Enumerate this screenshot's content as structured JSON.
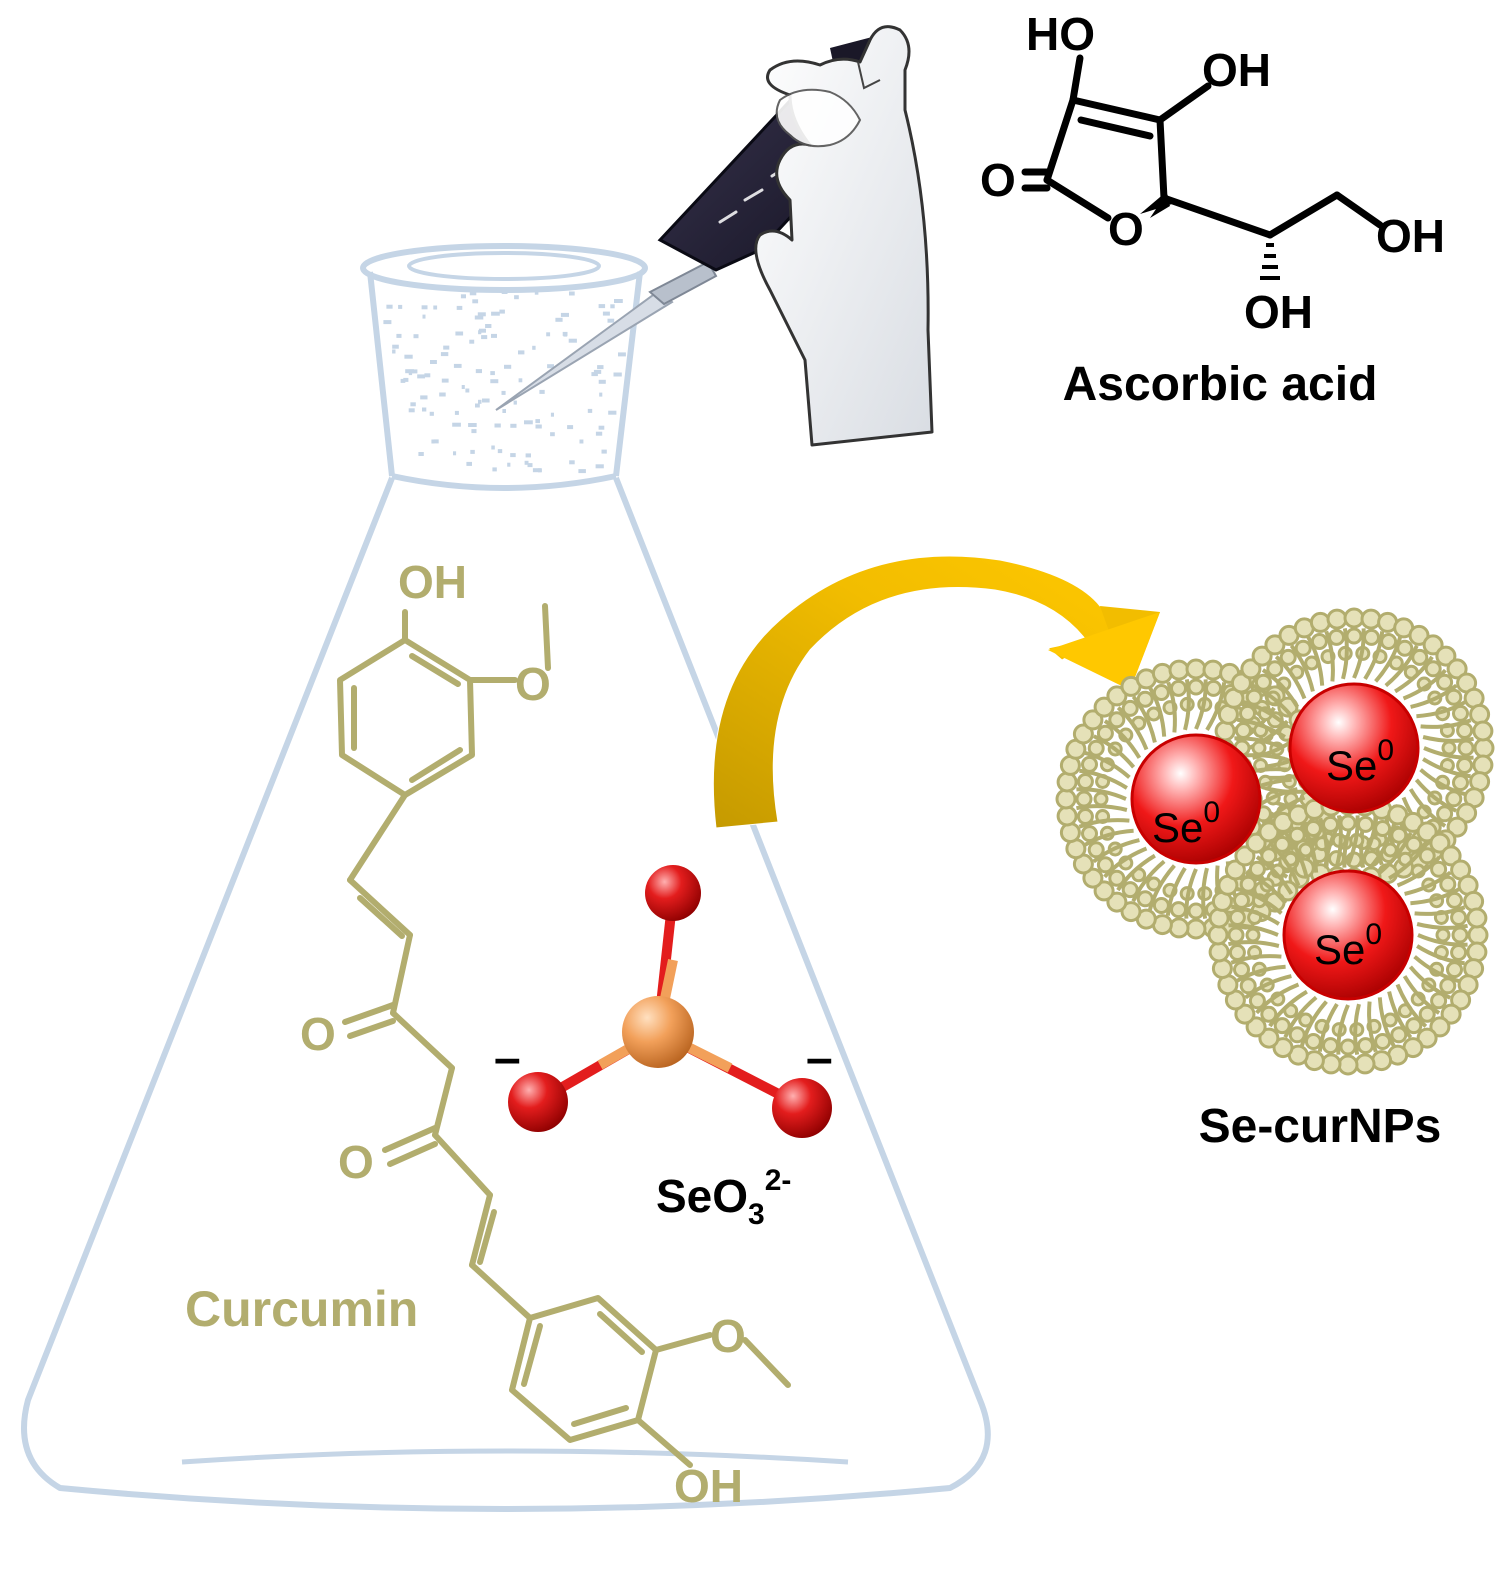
{
  "colors": {
    "flask": "#c5d5e6",
    "curcumin": "#b2ad6e",
    "black": "#000000",
    "arrow_light": "#f6c200",
    "arrow_dark": "#c79a00",
    "se_red": "#ee1111",
    "se_atom": "#f2a05a",
    "oxygen_atom": "#dd1b1b",
    "shell": "#b2ad6e"
  },
  "ascorbic_acid": {
    "name": "Ascorbic acid",
    "labels": {
      "ho_top": "HO",
      "oh_top": "OH",
      "o_carbonyl": "O",
      "o_ring": "O",
      "oh_right": "OH",
      "oh_bottom": "OH"
    }
  },
  "curcumin": {
    "name": "Curcumin",
    "labels": {
      "oh_top": "OH",
      "o_methoxy_top": "O",
      "o_keto_1": "O",
      "o_keto_2": "O",
      "o_methoxy_bottom": "O",
      "oh_bottom": "OH"
    }
  },
  "selenite": {
    "formula_base": "SeO",
    "subscript": "3",
    "superscript": "2-",
    "charge_left": "–",
    "charge_right": "–"
  },
  "nanoparticles": {
    "name": "Se-curNPs",
    "particle_label": "Se",
    "particle_superscript": "0"
  },
  "icons": [
    "pipette-hand-icon",
    "conical-flask-icon",
    "curved-arrow-icon"
  ]
}
